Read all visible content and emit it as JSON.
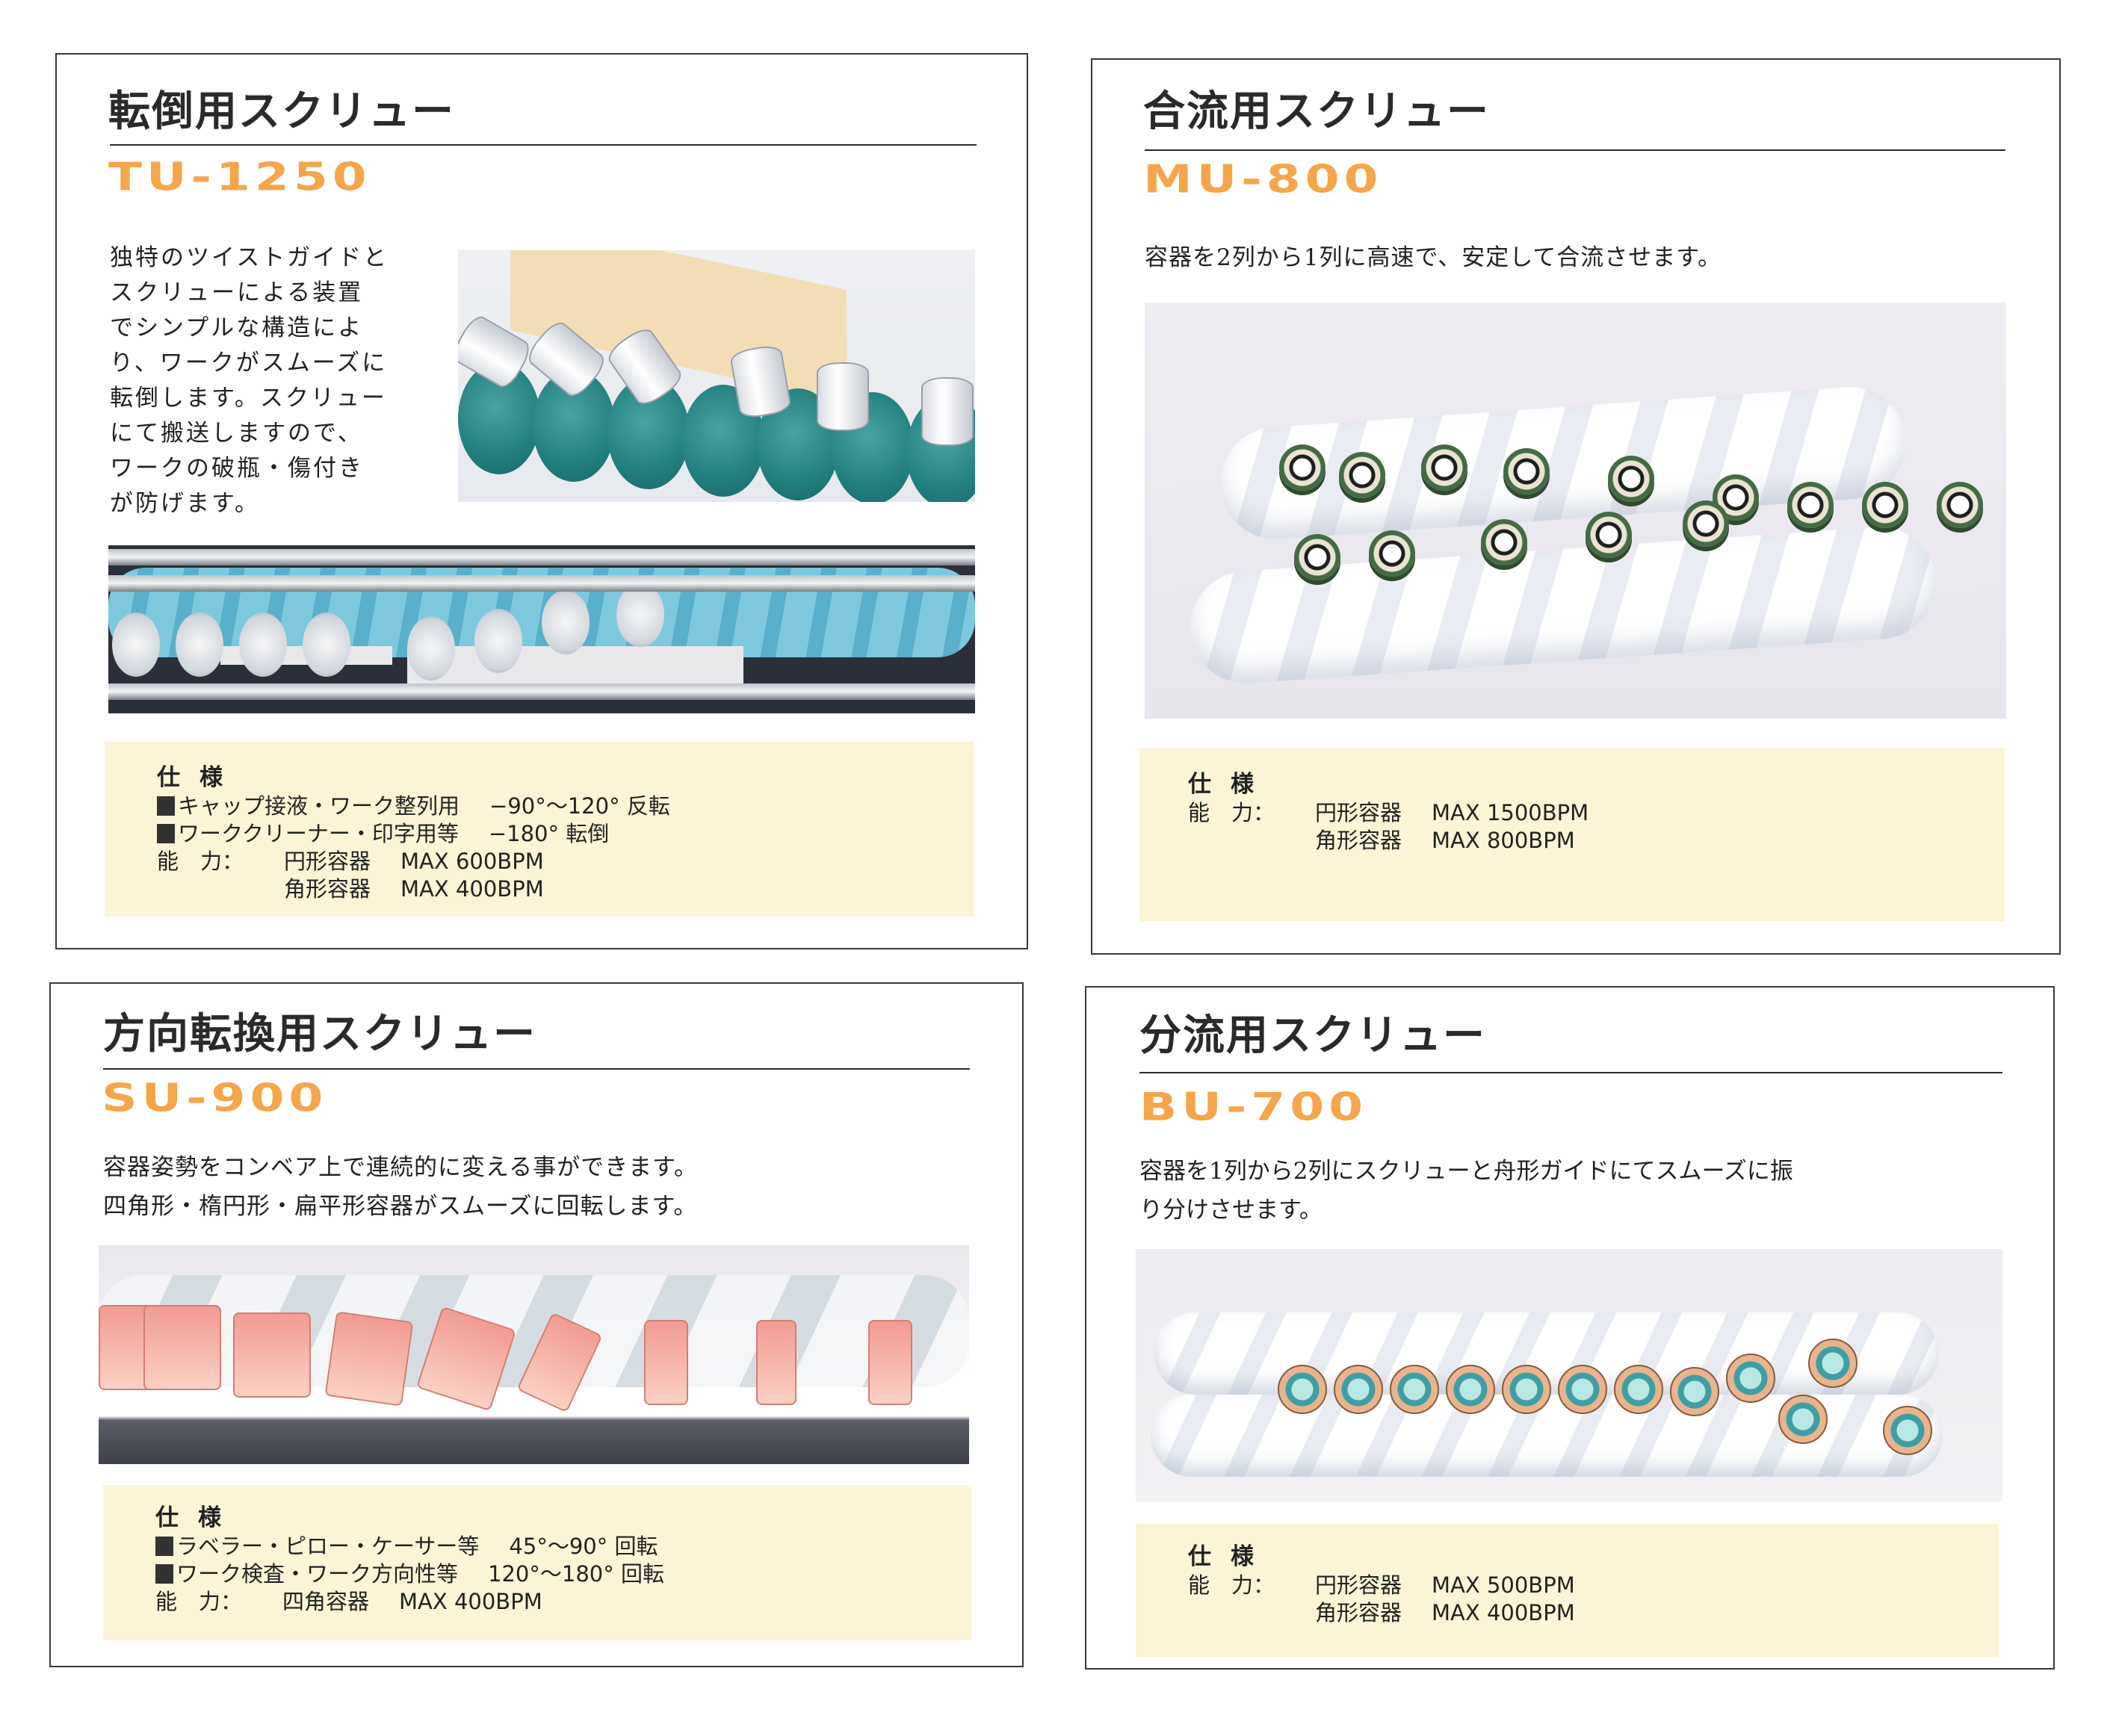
{
  "panels": [
    {
      "title": "転倒用スクリュー",
      "model": "TU-1250",
      "description_lines": [
        "独特のツイストガイドと",
        "スクリューによる装置",
        "でシンプルな構造によ",
        "り、ワークがスムーズに",
        "転倒します。スクリュー",
        "にて搬送しますので、",
        "ワークの破瓶・傷付き",
        "が防げます。"
      ],
      "photos": [
        "screw-with-twist-guide-and-cans-photo",
        "screw-conveyor-line-with-cans-photo"
      ],
      "spec": {
        "heading": "仕様",
        "items": [
          {
            "bullet": true,
            "label": "キャップ接液・ワーク整列用",
            "value": "−90°〜120° 反転"
          },
          {
            "bullet": true,
            "label": "ワーククリーナー・印字用等",
            "value": "−180° 転倒"
          }
        ],
        "capacity_label": "能　力：",
        "capacity": [
          {
            "container": "円形容器",
            "value": "MAX 600BPM"
          },
          {
            "container": "角形容器",
            "value": "MAX 400BPM"
          }
        ]
      }
    },
    {
      "title": "合流用スクリュー",
      "model": "MU-800",
      "description_lines": [
        "容器を2列から1列に高速で、安定して合流させます。"
      ],
      "photos": [
        "merging-screw-with-bottles-photo"
      ],
      "spec": {
        "heading": "仕様",
        "items": [],
        "capacity_label": "能　力：",
        "capacity": [
          {
            "container": "円形容器",
            "value": "MAX 1500BPM"
          },
          {
            "container": "角形容器",
            "value": "MAX 800BPM"
          }
        ]
      }
    },
    {
      "title": "方向転換用スクリュー",
      "model": "SU-900",
      "description_lines": [
        "容器姿勢をコンベア上で連続的に変える事ができます。",
        "四角形・楕円形・扁平形容器がスムーズに回転します。"
      ],
      "photos": [
        "direction-change-screw-with-boxes-photo"
      ],
      "spec": {
        "heading": "仕様",
        "items": [
          {
            "bullet": true,
            "label": "ラベラー・ピロー・ケーサー等",
            "value": "45°〜90° 回転"
          },
          {
            "bullet": true,
            "label": "ワーク検査・ワーク方向性等",
            "value": "120°〜180° 回転"
          }
        ],
        "capacity_label": "能　力：",
        "capacity": [
          {
            "container": "四角容器",
            "value": "MAX 400BPM"
          }
        ]
      }
    },
    {
      "title": "分流用スクリュー",
      "model": "BU-700",
      "description_lines": [
        "容器を1列から2列にスクリューと舟形ガイドにてスムーズに振",
        "り分けさせます。"
      ],
      "photos": [
        "dividing-screw-with-bottles-photo"
      ],
      "spec": {
        "heading": "仕様",
        "items": [],
        "capacity_label": "能　力：",
        "capacity": [
          {
            "container": "円形容器",
            "value": "MAX 500BPM"
          },
          {
            "container": "角形容器",
            "value": "MAX 400BPM"
          }
        ]
      }
    }
  ],
  "colors": {
    "model_orange": "#f5a54a",
    "spec_background": "#fbf4d6",
    "border": "#3a3a3a"
  }
}
